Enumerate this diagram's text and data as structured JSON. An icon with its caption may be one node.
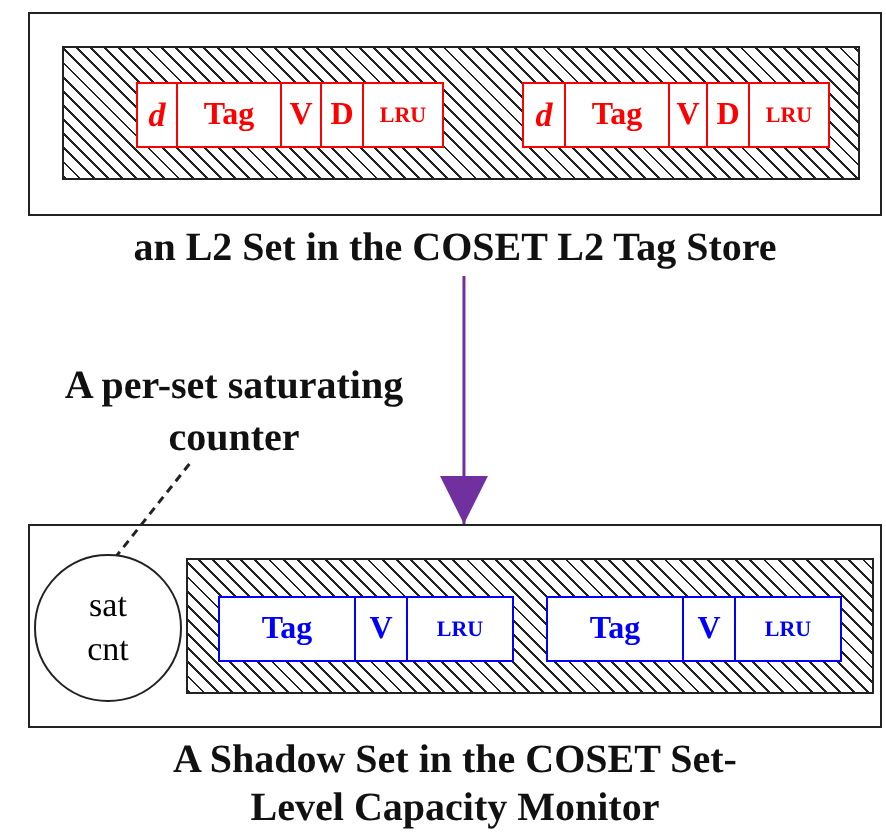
{
  "diagram": {
    "nodes": [
      {
        "text": [
          "an L2 Set in the COSET L2 Tag Store"
        ]
      },
      {
        "text": [],
        "shape": "box",
        "in": 0
      },
      {
        "text": [
          "d"
        ],
        "in": 1
      },
      {
        "text": [
          "Tag"
        ],
        "in": 1
      },
      {
        "text": [
          "V"
        ],
        "in": 1
      },
      {
        "text": [
          "D"
        ],
        "in": 1
      },
      {
        "text": [
          "LRU"
        ],
        "in": 1
      },
      {
        "text": [
          "d"
        ],
        "in": 1
      },
      {
        "text": [
          "Tag"
        ],
        "in": 1
      },
      {
        "text": [
          "V"
        ],
        "in": 1
      },
      {
        "text": [
          "D"
        ],
        "in": 1
      },
      {
        "text": [
          "LRU"
        ],
        "in": 1
      },
      {
        "text": [
          "A Shadow Set in the COSET Set-Level Capacity Monitor"
        ]
      },
      {
        "text": [
          "sat cnt"
        ],
        "in": 12
      },
      {
        "text": [],
        "shape": "box",
        "in": 12
      },
      {
        "text": [
          "Tag"
        ],
        "in": 14
      },
      {
        "text": [
          "V"
        ],
        "in": 14
      },
      {
        "text": [
          "LRU"
        ],
        "in": 14
      },
      {
        "text": [
          "Tag"
        ],
        "in": 14
      },
      {
        "text": [
          "V"
        ],
        "in": 14
      },
      {
        "text": [
          "LRU"
        ],
        "in": 14
      },
      {
        "text": [
          "A per-set saturating counter"
        ]
      }
    ],
    "edges": [
      {
        "from": 0,
        "to": 12,
        "arrow": "to",
        "color": "#7030a0"
      },
      {
        "from": 21,
        "to": 13,
        "arrow": "none",
        "style": "dashed",
        "color": "#222222"
      }
    ]
  }
}
